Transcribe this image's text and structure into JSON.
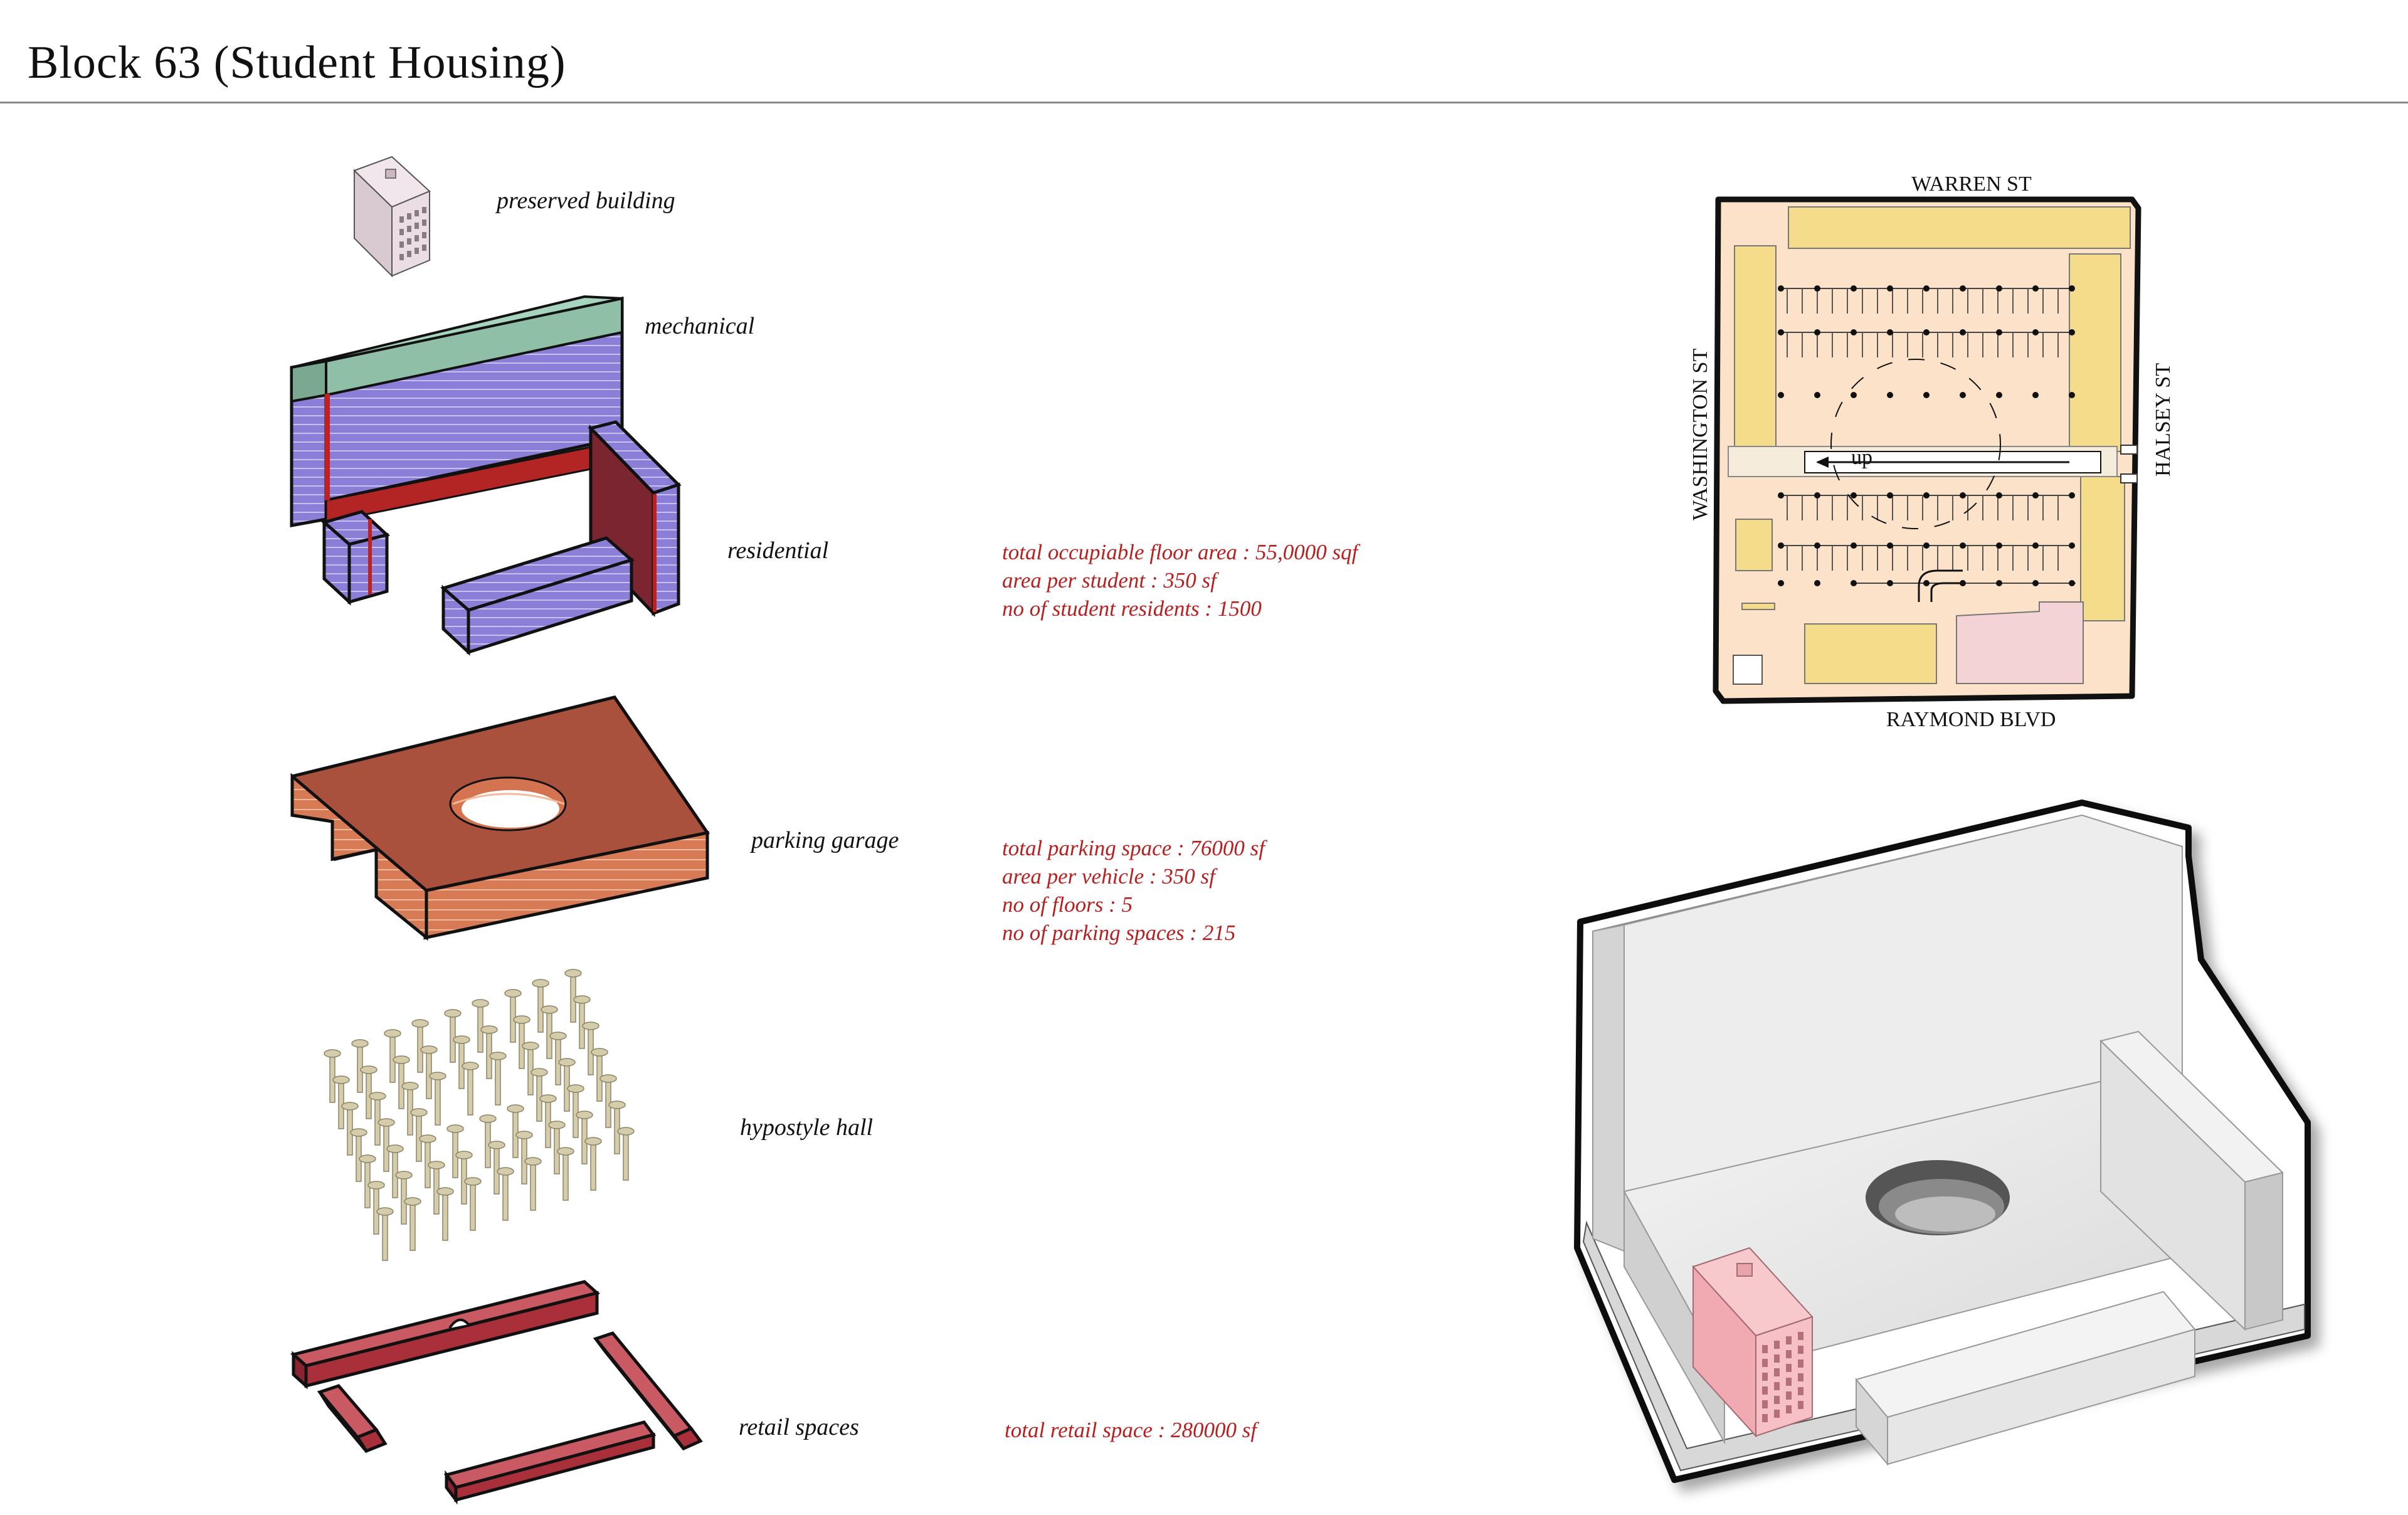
{
  "page": {
    "title": "Block 63 (Student Housing)"
  },
  "layers": [
    {
      "id": "preserved",
      "label": "preserved building",
      "color": "#e9dde3"
    },
    {
      "id": "mechanical",
      "label": "mechanical",
      "color": "#8fbfa6"
    },
    {
      "id": "residential",
      "label": "residential",
      "color": "#8f80d6"
    },
    {
      "id": "parking",
      "label": "parking garage",
      "color": "#a9513c"
    },
    {
      "id": "hypostyle",
      "label": "hypostyle hall",
      "color": "#d4ccaa"
    },
    {
      "id": "retail",
      "label": "retail spaces",
      "color": "#b03a44"
    }
  ],
  "stats": {
    "residential": [
      "total occupiable floor area : 55,0000 sqf",
      "area per student : 350 sf",
      "no of student residents : 1500"
    ],
    "parking": [
      "total parking space : 76000 sf",
      "area per vehicle : 350 sf",
      "no of floors : 5",
      "no of parking spaces : 215"
    ],
    "retail": [
      "total retail space : 280000 sf"
    ]
  },
  "site_plan": {
    "streets": {
      "north": "WARREN ST",
      "south": "RAYMOND BLVD",
      "west": "WASHINGTON ST",
      "east": "HALSEY ST"
    },
    "ramp_label": "up",
    "colors": {
      "ground": "#fbe2c8",
      "building": "#f4dc8a",
      "preserved": "#f4d3d6"
    }
  },
  "colors": {
    "stats_text": "#b81f1f",
    "rule": "#8a8a8a"
  }
}
